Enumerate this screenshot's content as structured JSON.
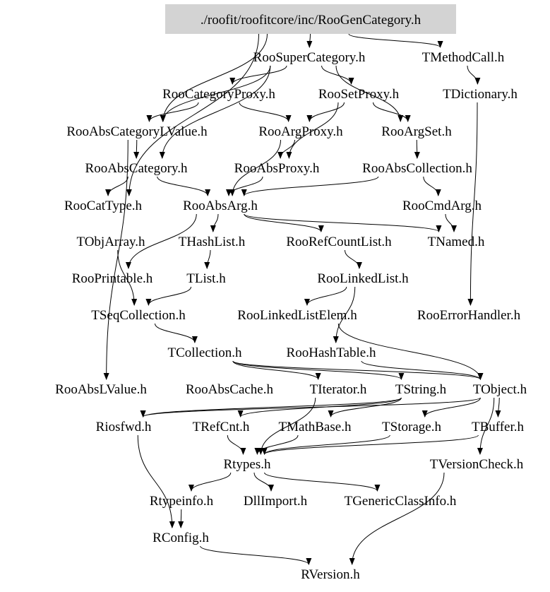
{
  "graph": {
    "root": "./roofit/roofitcore/inc/RooGenCategory.h",
    "colors": {
      "root_fill": "#d3d3d3",
      "edge": "#000000",
      "background": "#ffffff"
    },
    "nodes": [
      {
        "id": "root",
        "label": "./roofit/roofitcore/inc/RooGenCategory.h"
      },
      {
        "id": "RooSuperCategory",
        "label": "RooSuperCategory.h"
      },
      {
        "id": "TMethodCall",
        "label": "TMethodCall.h"
      },
      {
        "id": "RooCategoryProxy",
        "label": "RooCategoryProxy.h"
      },
      {
        "id": "RooSetProxy",
        "label": "RooSetProxy.h"
      },
      {
        "id": "TDictionary",
        "label": "TDictionary.h"
      },
      {
        "id": "RooAbsCategoryLValue",
        "label": "RooAbsCategoryLValue.h"
      },
      {
        "id": "RooArgProxy",
        "label": "RooArgProxy.h"
      },
      {
        "id": "RooArgSet",
        "label": "RooArgSet.h"
      },
      {
        "id": "RooAbsCategory",
        "label": "RooAbsCategory.h"
      },
      {
        "id": "RooAbsProxy",
        "label": "RooAbsProxy.h"
      },
      {
        "id": "RooAbsCollection",
        "label": "RooAbsCollection.h"
      },
      {
        "id": "RooCatType",
        "label": "RooCatType.h"
      },
      {
        "id": "RooAbsArg",
        "label": "RooAbsArg.h"
      },
      {
        "id": "RooCmdArg",
        "label": "RooCmdArg.h"
      },
      {
        "id": "TObjArray",
        "label": "TObjArray.h"
      },
      {
        "id": "THashList",
        "label": "THashList.h"
      },
      {
        "id": "RooRefCountList",
        "label": "RooRefCountList.h"
      },
      {
        "id": "TNamed",
        "label": "TNamed.h"
      },
      {
        "id": "RooPrintable",
        "label": "RooPrintable.h"
      },
      {
        "id": "TList",
        "label": "TList.h"
      },
      {
        "id": "RooLinkedList",
        "label": "RooLinkedList.h"
      },
      {
        "id": "TSeqCollection",
        "label": "TSeqCollection.h"
      },
      {
        "id": "RooLinkedListElem",
        "label": "RooLinkedListElem.h"
      },
      {
        "id": "RooErrorHandler",
        "label": "RooErrorHandler.h"
      },
      {
        "id": "TCollection",
        "label": "TCollection.h"
      },
      {
        "id": "RooHashTable",
        "label": "RooHashTable.h"
      },
      {
        "id": "RooAbsLValue",
        "label": "RooAbsLValue.h"
      },
      {
        "id": "RooAbsCache",
        "label": "RooAbsCache.h"
      },
      {
        "id": "TIterator",
        "label": "TIterator.h"
      },
      {
        "id": "TString",
        "label": "TString.h"
      },
      {
        "id": "TObject",
        "label": "TObject.h"
      },
      {
        "id": "Riosfwd",
        "label": "Riosfwd.h"
      },
      {
        "id": "TRefCnt",
        "label": "TRefCnt.h"
      },
      {
        "id": "TMathBase",
        "label": "TMathBase.h"
      },
      {
        "id": "TStorage",
        "label": "TStorage.h"
      },
      {
        "id": "TBuffer",
        "label": "TBuffer.h"
      },
      {
        "id": "Rtypes",
        "label": "Rtypes.h"
      },
      {
        "id": "TVersionCheck",
        "label": "TVersionCheck.h"
      },
      {
        "id": "Rtypeinfo",
        "label": "Rtypeinfo.h"
      },
      {
        "id": "DllImport",
        "label": "DllImport.h"
      },
      {
        "id": "TGenericClassInfo",
        "label": "TGenericClassInfo.h"
      },
      {
        "id": "RConfig",
        "label": "RConfig.h"
      },
      {
        "id": "RVersion",
        "label": "RVersion.h"
      }
    ],
    "edges": [
      [
        "root",
        "RooSuperCategory"
      ],
      [
        "root",
        "TMethodCall"
      ],
      [
        "root",
        "RooAbsCategoryLValue"
      ],
      [
        "root",
        "RooCatType"
      ],
      [
        "RooSuperCategory",
        "RooCategoryProxy"
      ],
      [
        "RooSuperCategory",
        "RooSetProxy"
      ],
      [
        "RooSuperCategory",
        "RooAbsCategoryLValue"
      ],
      [
        "RooSuperCategory",
        "RooArgSet"
      ],
      [
        "RooSuperCategory",
        "RooAbsCategory"
      ],
      [
        "TMethodCall",
        "TDictionary"
      ],
      [
        "RooCategoryProxy",
        "RooAbsCategoryLValue"
      ],
      [
        "RooCategoryProxy",
        "RooArgProxy"
      ],
      [
        "RooSetProxy",
        "RooArgSet"
      ],
      [
        "RooSetProxy",
        "RooArgProxy"
      ],
      [
        "RooSetProxy",
        "RooAbsProxy"
      ],
      [
        "TDictionary",
        "RooErrorHandler"
      ],
      [
        "RooAbsCategoryLValue",
        "RooAbsCategory"
      ],
      [
        "RooAbsCategoryLValue",
        "RooAbsLValue"
      ],
      [
        "RooArgProxy",
        "RooAbsProxy"
      ],
      [
        "RooArgProxy",
        "RooAbsArg"
      ],
      [
        "RooArgSet",
        "RooAbsCollection"
      ],
      [
        "RooAbsCategory",
        "RooCatType"
      ],
      [
        "RooAbsCategory",
        "RooAbsArg"
      ],
      [
        "RooAbsProxy",
        "RooAbsArg"
      ],
      [
        "RooAbsCollection",
        "RooAbsArg"
      ],
      [
        "RooAbsCollection",
        "RooCmdArg"
      ],
      [
        "RooAbsArg",
        "THashList"
      ],
      [
        "RooAbsArg",
        "TNamed"
      ],
      [
        "RooAbsArg",
        "RooRefCountList"
      ],
      [
        "RooAbsArg",
        "RooPrintable"
      ],
      [
        "RooCmdArg",
        "TNamed"
      ],
      [
        "THashList",
        "TList"
      ],
      [
        "RooRefCountList",
        "RooLinkedList"
      ],
      [
        "TObjArray",
        "TSeqCollection"
      ],
      [
        "TList",
        "TSeqCollection"
      ],
      [
        "RooLinkedList",
        "RooLinkedListElem"
      ],
      [
        "RooLinkedList",
        "RooHashTable"
      ],
      [
        "TSeqCollection",
        "TCollection"
      ],
      [
        "TCollection",
        "TObject"
      ],
      [
        "TCollection",
        "TIterator"
      ],
      [
        "TCollection",
        "TString"
      ],
      [
        "RooLinkedListElem",
        "TObject"
      ],
      [
        "RooHashTable",
        "TObject"
      ],
      [
        "TObject",
        "TBuffer"
      ],
      [
        "TObject",
        "TStorage"
      ],
      [
        "TObject",
        "Riosfwd"
      ],
      [
        "TObject",
        "TVersionCheck"
      ],
      [
        "TString",
        "TRefCnt"
      ],
      [
        "TString",
        "TMathBase"
      ],
      [
        "TString",
        "Riosfwd"
      ],
      [
        "TIterator",
        "Rtypes"
      ],
      [
        "Riosfwd",
        "RConfig"
      ],
      [
        "TRefCnt",
        "Rtypes"
      ],
      [
        "TMathBase",
        "Rtypes"
      ],
      [
        "TStorage",
        "Rtypes"
      ],
      [
        "TBuffer",
        "Rtypes"
      ],
      [
        "Rtypes",
        "Rtypeinfo"
      ],
      [
        "Rtypes",
        "DllImport"
      ],
      [
        "Rtypes",
        "TGenericClassInfo"
      ],
      [
        "Rtypeinfo",
        "RConfig"
      ],
      [
        "RConfig",
        "RVersion"
      ],
      [
        "TVersionCheck",
        "RVersion"
      ]
    ]
  }
}
